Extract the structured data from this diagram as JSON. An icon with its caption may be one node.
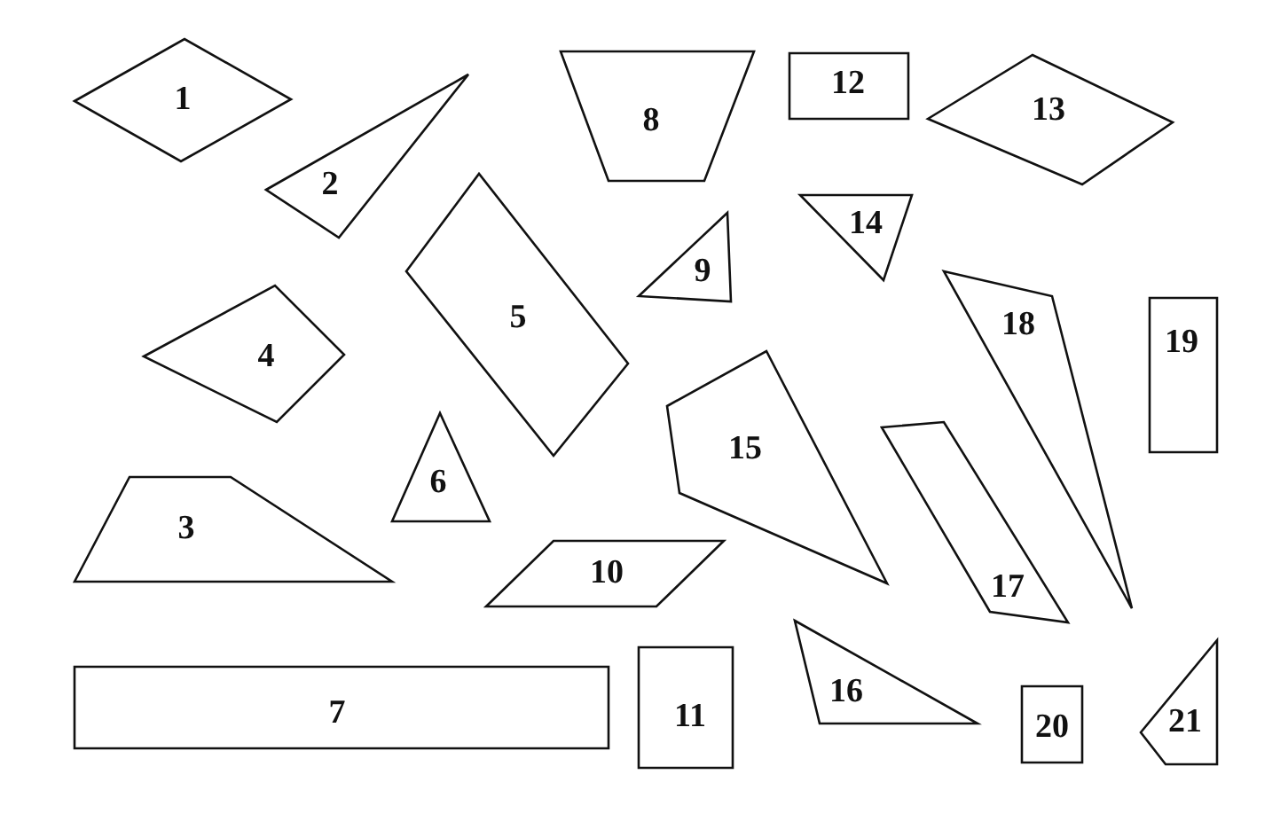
{
  "diagram": {
    "nodes": [
      {
        "text": [
          "1"
        ]
      },
      {
        "text": [
          "2"
        ]
      },
      {
        "text": [
          "3"
        ]
      },
      {
        "text": [
          "4"
        ]
      },
      {
        "text": [
          "5"
        ]
      },
      {
        "text": [
          "6"
        ]
      },
      {
        "text": [
          "7"
        ]
      },
      {
        "text": [
          "8"
        ]
      },
      {
        "text": [
          "9"
        ]
      },
      {
        "text": [
          "10"
        ]
      },
      {
        "text": [
          "11"
        ]
      },
      {
        "text": [
          "12"
        ]
      },
      {
        "text": [
          "13"
        ]
      },
      {
        "text": [
          "14"
        ]
      },
      {
        "text": [
          "15"
        ]
      },
      {
        "text": [
          "16"
        ]
      },
      {
        "text": [
          "17"
        ]
      },
      {
        "text": [
          "18"
        ]
      },
      {
        "text": [
          "19"
        ]
      },
      {
        "text": [
          "20"
        ]
      },
      {
        "text": [
          "21"
        ]
      }
    ]
  }
}
